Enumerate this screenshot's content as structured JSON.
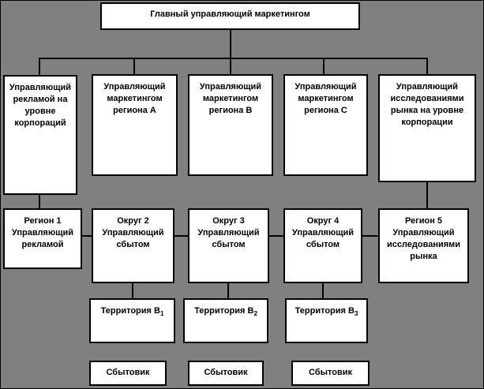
{
  "palette": {
    "canvas_background": "#808080",
    "box_fill": "#ffffff",
    "box_border": "#000000",
    "connector": "#000000",
    "text": "#000000"
  },
  "org_chart": {
    "root": {
      "label": "Главный управляющий маркетингом"
    },
    "level2": [
      {
        "label": "Управляющий рекламой на уровне корпораций"
      },
      {
        "label": "Управляющий маркетингом региона А"
      },
      {
        "label": "Управляющий маркетингом региона В"
      },
      {
        "label": "Управляющий маркетингом региона С"
      },
      {
        "label": "Управляющий исследованиями рынка на уровне корпорации"
      }
    ],
    "level3": [
      {
        "title": "Регион 1",
        "role": "Управляющий рекламой"
      },
      {
        "title": "Округ 2",
        "role": "Управляющий сбытом"
      },
      {
        "title": "Округ 3",
        "role": "Управляющий сбытом"
      },
      {
        "title": "Округ 4",
        "role": "Управляющий сбытом"
      },
      {
        "title": "Регион 5",
        "role": "Управляющий исследованиями рынка"
      }
    ],
    "level4": [
      {
        "label": "Территория В",
        "subscript": "1"
      },
      {
        "label": "Территория В",
        "subscript": "2"
      },
      {
        "label": "Территория В",
        "subscript": "3"
      }
    ],
    "level5": [
      {
        "label": "Сбытовик"
      },
      {
        "label": "Сбытовик"
      },
      {
        "label": "Сбытовик"
      }
    ]
  }
}
